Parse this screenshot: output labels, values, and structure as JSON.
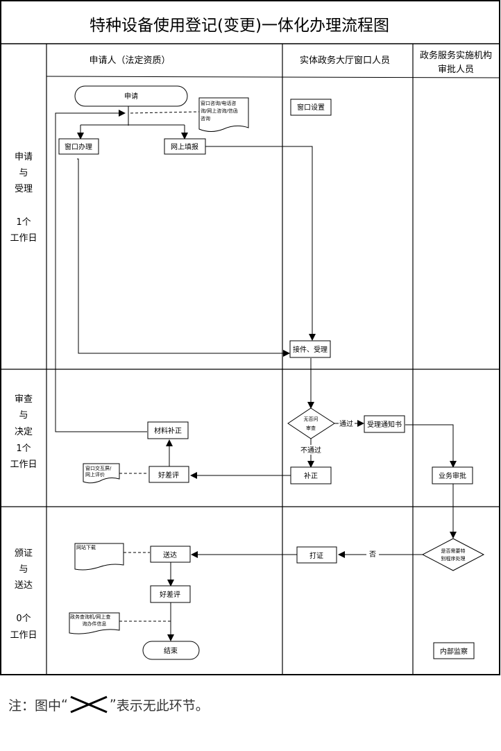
{
  "title": "特种设备使用登记(变更)一体化办理流程图",
  "columns": {
    "applicant": "申请人（法定资质）",
    "window_staff": "实体政务大厅窗口人员",
    "approver_line1": "政务服务实施机构",
    "approver_line2": "审批人员"
  },
  "phases": [
    {
      "name_lines": [
        "申请",
        "与",
        "受理"
      ],
      "days": "1个",
      "unit": "工作日"
    },
    {
      "name_lines": [
        "审查",
        "与",
        "决定"
      ],
      "days": "1个",
      "unit": "工作日"
    },
    {
      "name_lines": [
        "颁证",
        "与",
        "送达"
      ],
      "days": "0个",
      "unit": "工作日"
    }
  ],
  "nodes": {
    "apply": "申请",
    "consult_doc_line1": "窗口咨询/电话咨",
    "consult_doc_line2": "询/网上咨询/信函",
    "consult_doc_line3": "咨询",
    "window_handle": "窗口办理",
    "online_fill": "网上填报",
    "window_setup": "窗口设置",
    "receive_accept": "接件、受理",
    "review_diamond_line1": "无否问",
    "review_diamond_line2": "审查",
    "pass_label": "通过",
    "accept_notice": "受理通知书",
    "fail_label": "不通过",
    "correction": "补正",
    "material_correction": "材料补正",
    "good_bad_review_1": "好差评",
    "eval_doc_line1": "窗口交互屏/",
    "eval_doc_line2": "网上评价",
    "business_approval": "业务审批",
    "special_diamond_line1": "是否需要特",
    "special_diamond_line2": "别程序处理",
    "no_label": "否",
    "print_cert": "打证",
    "deliver": "送达",
    "mail_doc": "网站下载",
    "good_bad_review_2": "好差评",
    "query_doc_line1": "政务查询机/网上查",
    "query_doc_line2": "询办件信息",
    "end": "结束",
    "internal_supervision": "内部监察"
  },
  "footnote": {
    "prefix": "注：图中",
    "open_quote": "“",
    "close_quote": "”",
    "suffix": "表示无此环节。",
    "symbol": "cross-icon"
  }
}
